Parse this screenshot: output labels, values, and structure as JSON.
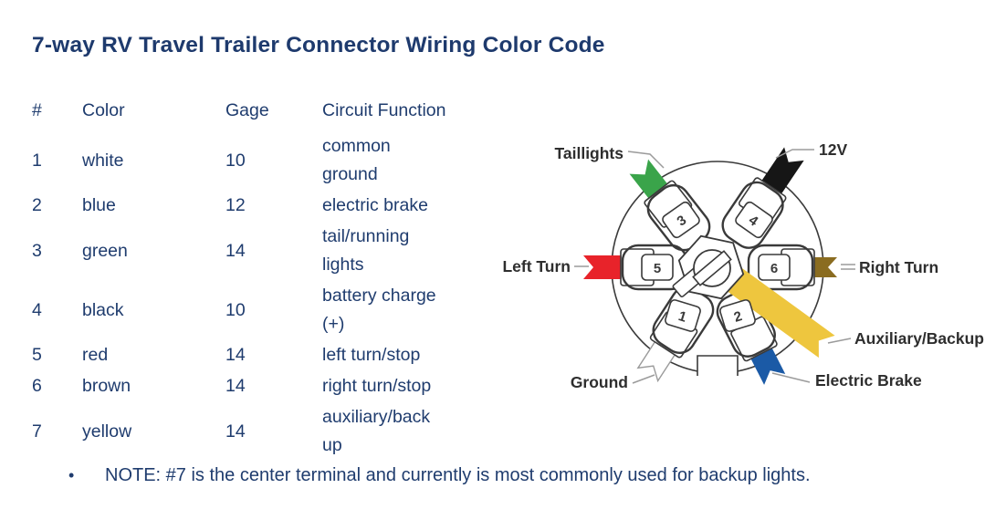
{
  "title": "7-way RV Travel Trailer Connector Wiring Color Code",
  "table": {
    "headers": [
      "#",
      "Color",
      "Gage",
      "Circuit Function"
    ],
    "rows": [
      {
        "num": "1",
        "color": "white",
        "gage": "10",
        "function_lines": [
          "common",
          "ground"
        ]
      },
      {
        "num": "2",
        "color": "blue",
        "gage": "12",
        "function_lines": [
          "electric brake"
        ]
      },
      {
        "num": "3",
        "color": "green",
        "gage": "14",
        "function_lines": [
          "tail/running",
          "lights"
        ]
      },
      {
        "num": "4",
        "color": "black",
        "gage": "10",
        "function_lines": [
          "battery charge",
          "(+)"
        ]
      },
      {
        "num": "5",
        "color": "red",
        "gage": "14",
        "function_lines": [
          "left turn/stop"
        ]
      },
      {
        "num": "6",
        "color": "brown",
        "gage": "14",
        "function_lines": [
          "right turn/stop"
        ]
      },
      {
        "num": "7",
        "color": "yellow",
        "gage": "14",
        "function_lines": [
          "auxiliary/back",
          "up"
        ]
      }
    ]
  },
  "note": {
    "bullet": "•",
    "text": "NOTE: #7 is the center terminal and currently is most commonly used for backup lights."
  },
  "diagram": {
    "labels": {
      "taillights": "Taillights",
      "twelve_v": "12V",
      "left_turn": "Left Turn",
      "right_turn": "Right Turn",
      "aux": "Auxiliary/Backup",
      "electric_brake": "Electric Brake",
      "ground": "Ground"
    },
    "terminals": [
      "1",
      "2",
      "3",
      "4",
      "5",
      "6"
    ],
    "wire_colors": {
      "green": "#3aa44a",
      "black": "#161616",
      "red": "#e8232a",
      "brown": "#8a6c20",
      "white": "#ffffff",
      "blue": "#1b5aa6",
      "yellow": "#eec63e"
    }
  }
}
